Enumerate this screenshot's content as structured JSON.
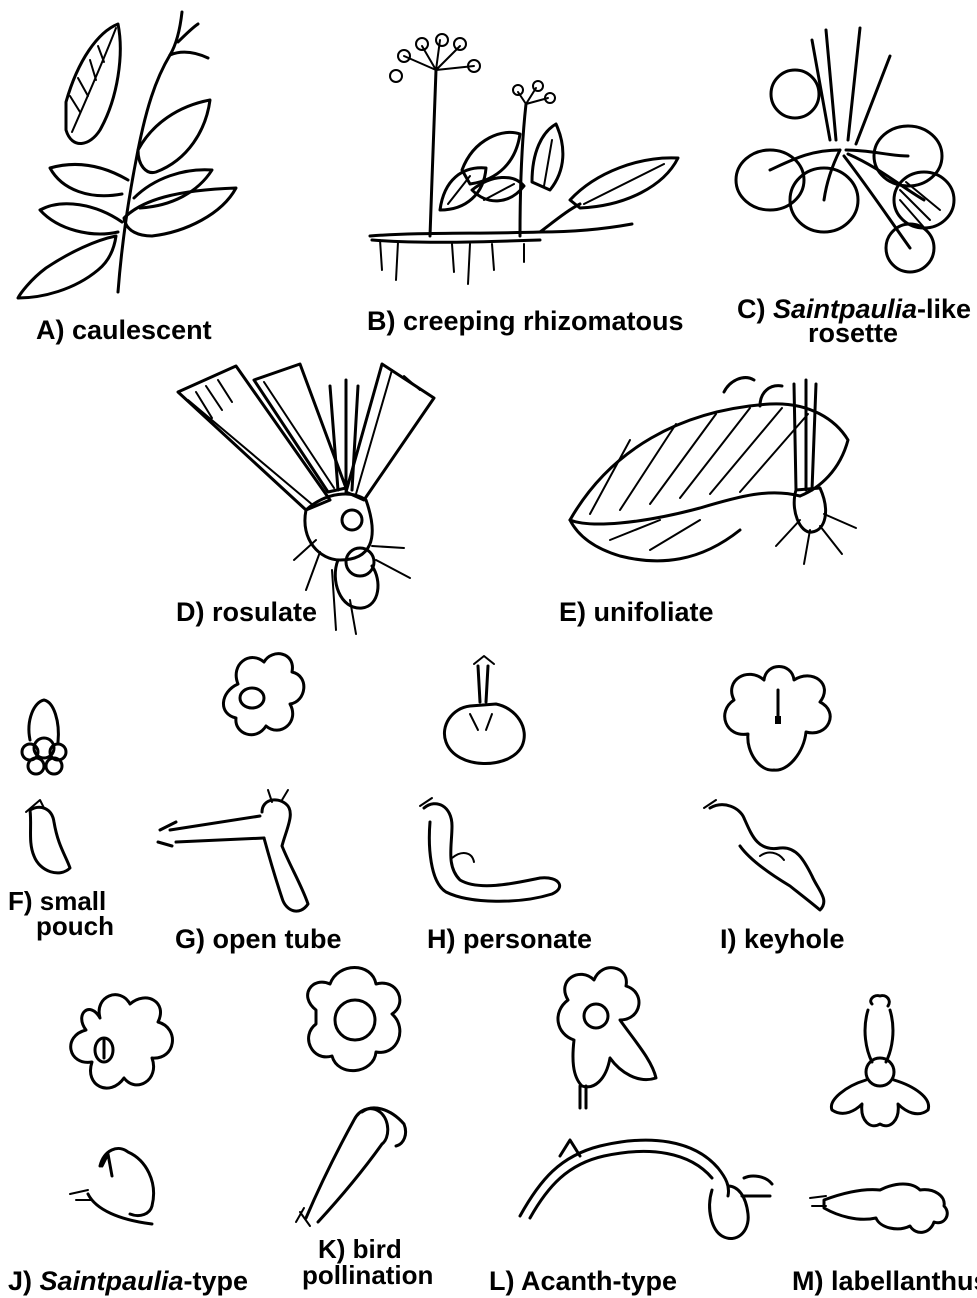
{
  "panels": {
    "A": {
      "prefix": "A) ",
      "text": "caulescent"
    },
    "B": {
      "prefix": "B) ",
      "text": "creeping rhizomatous"
    },
    "C": {
      "prefix": "C) ",
      "italic": "Saintpaulia",
      "suffix": "-like",
      "line2": "rosette"
    },
    "D": {
      "prefix": "D) ",
      "text": "rosulate"
    },
    "E": {
      "prefix": "E) ",
      "text": "unifoliate"
    },
    "F": {
      "line1": "F) small",
      "line2": "pouch"
    },
    "G": {
      "prefix": "G) ",
      "text": "open tube"
    },
    "H": {
      "prefix": "H) ",
      "text": "personate"
    },
    "I": {
      "prefix": "I) ",
      "text": "keyhole"
    },
    "J": {
      "prefix": "J) ",
      "italic": "Saintpaulia",
      "suffix": "-type"
    },
    "K": {
      "line1": "K) bird",
      "line2": "pollination"
    },
    "L": {
      "prefix": "L) ",
      "text": "Acanth-type"
    },
    "M": {
      "prefix": "M) ",
      "text": "labellanthus"
    }
  }
}
